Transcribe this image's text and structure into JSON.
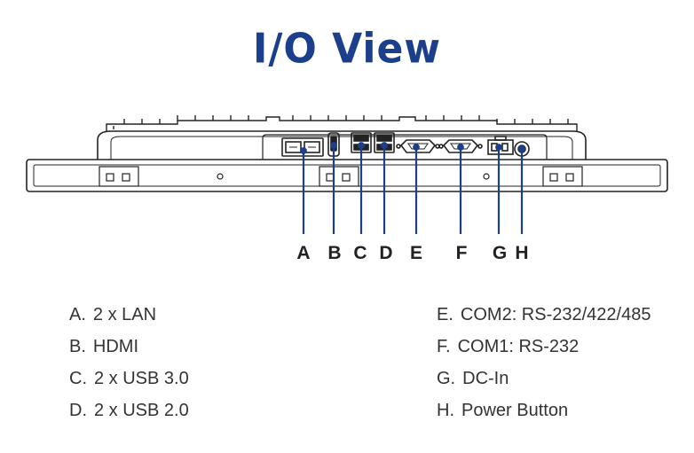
{
  "title": "I/O View",
  "callouts": [
    "A",
    "B",
    "C",
    "D",
    "E",
    "F",
    "G",
    "H"
  ],
  "legend": {
    "left": [
      {
        "key": "A.",
        "text": "2 x LAN"
      },
      {
        "key": "B.",
        "text": "HDMI"
      },
      {
        "key": "C.",
        "text": "2 x USB 3.0"
      },
      {
        "key": "D.",
        "text": "2 x USB 2.0"
      }
    ],
    "right": [
      {
        "key": "E.",
        "text": "COM2: RS-232/422/485"
      },
      {
        "key": "F.",
        "text": "COM1: RS-232"
      },
      {
        "key": "G.",
        "text": "DC-In"
      },
      {
        "key": "H.",
        "text": "Power Button"
      }
    ]
  },
  "colors": {
    "title": "#1b3f8b",
    "callout_line": "#1b3f8b",
    "outline": "#222222"
  }
}
